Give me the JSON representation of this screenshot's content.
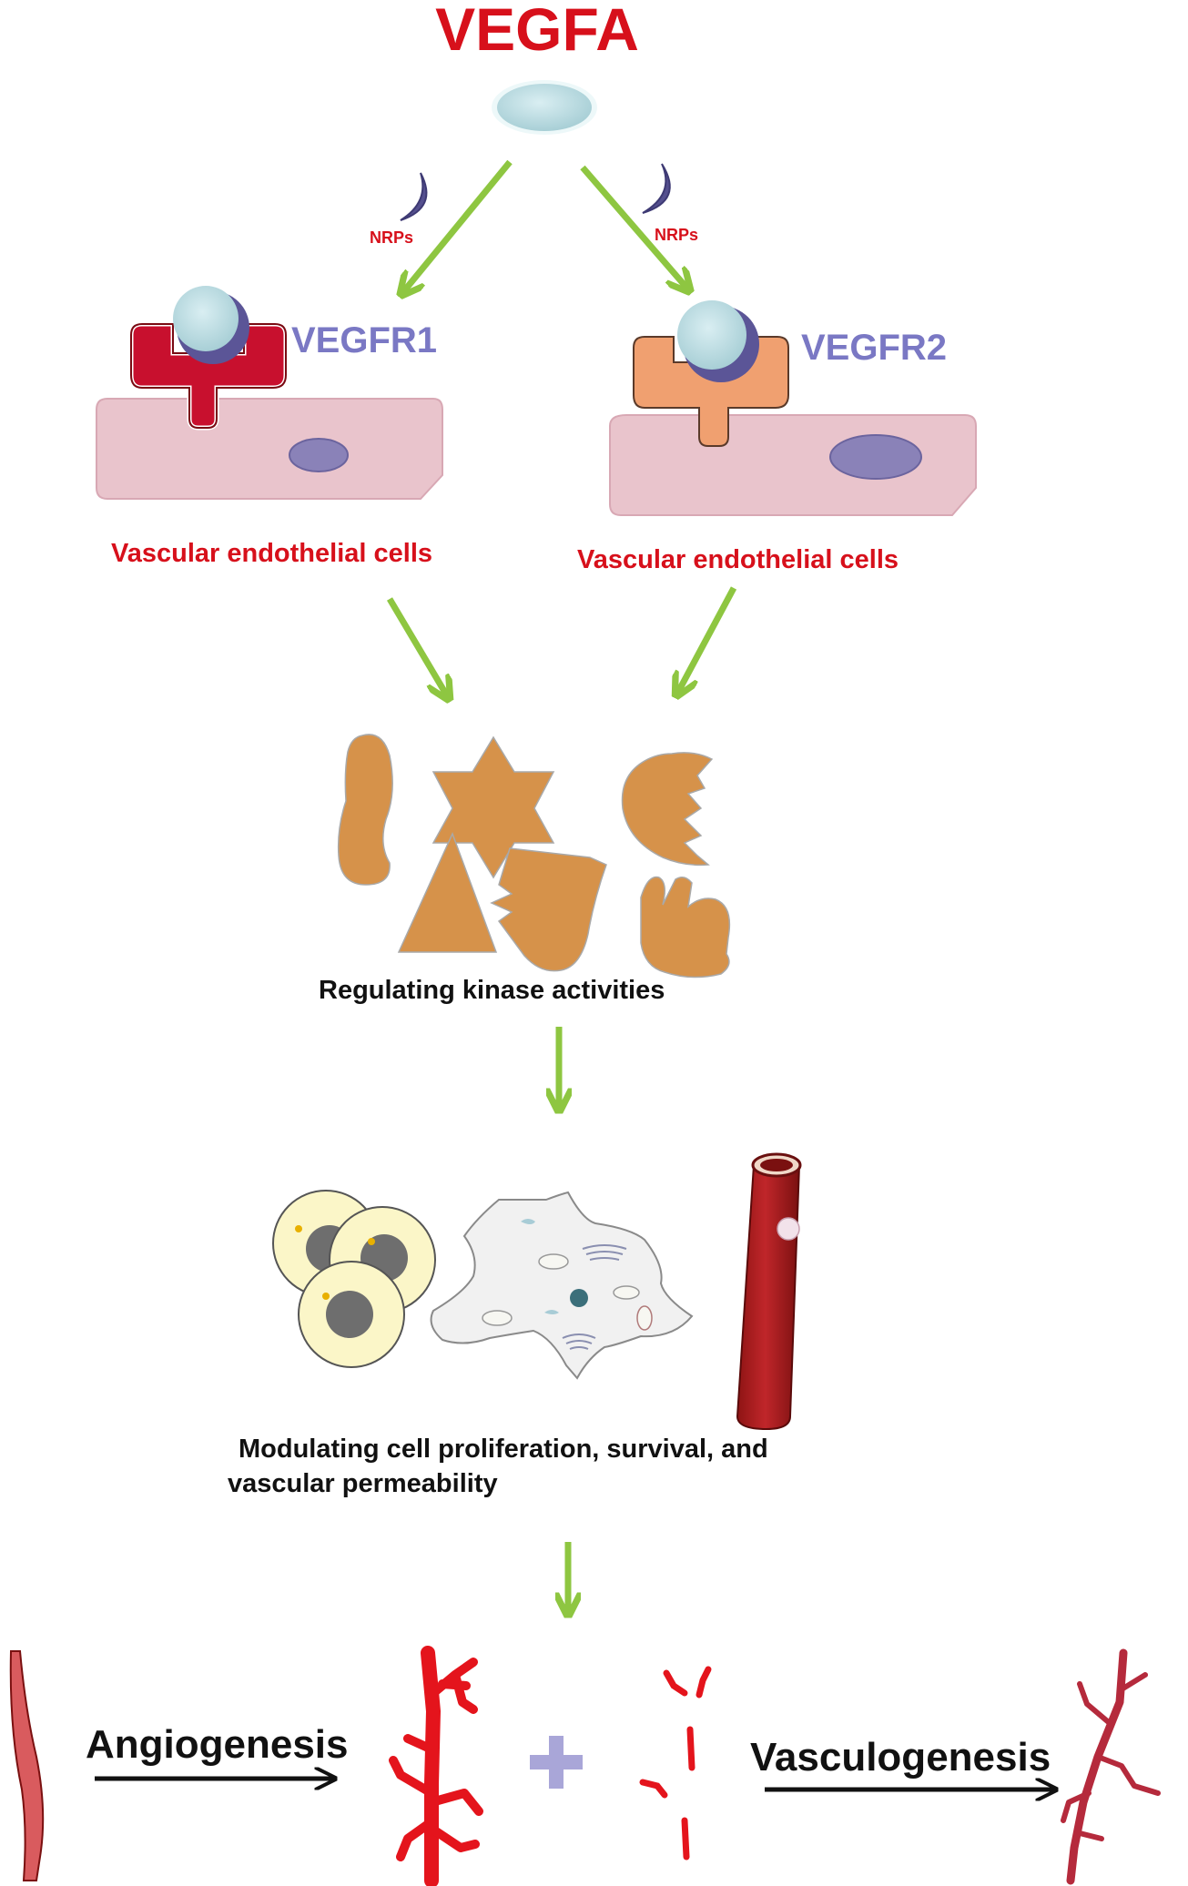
{
  "title": "VEGFA",
  "labels": {
    "nrp_left": "NRPs",
    "nrp_right": "NRPs",
    "vegfr1": "VEGFR1",
    "vegfr2": "VEGFR2",
    "cells_left": "Vascular endothelial cells",
    "cells_right": "Vascular endothelial cells",
    "kinase": "Regulating kinase activities",
    "modulating_line1": "Modulating cell proliferation, survival, and",
    "modulating_line2": "vascular permeability",
    "angiogenesis": "Angiogenesis",
    "vasculogenesis": "Vasculogenesis"
  },
  "colors": {
    "title": "#d7101b",
    "receptor_label": "#7a78c4",
    "arrow": "#8ec641",
    "vegfr1": "#c8102e",
    "vegfr2": "#f0a070",
    "cell": "#e9c4cc",
    "kinase": "#d6924a",
    "vessel": "#d21f26",
    "plus": "#a9a6d8"
  },
  "icons": [
    "vegfa-ligand-icon",
    "nrp-crescent-icon",
    "vegfr1-receptor-icon",
    "vegfr2-receptor-icon",
    "endothelial-cell-icon",
    "kinase-shapes-icon",
    "proliferating-cells-icon",
    "astrocyte-cell-icon",
    "blood-vessel-icon",
    "vessel-branch-icon",
    "plus-icon"
  ]
}
